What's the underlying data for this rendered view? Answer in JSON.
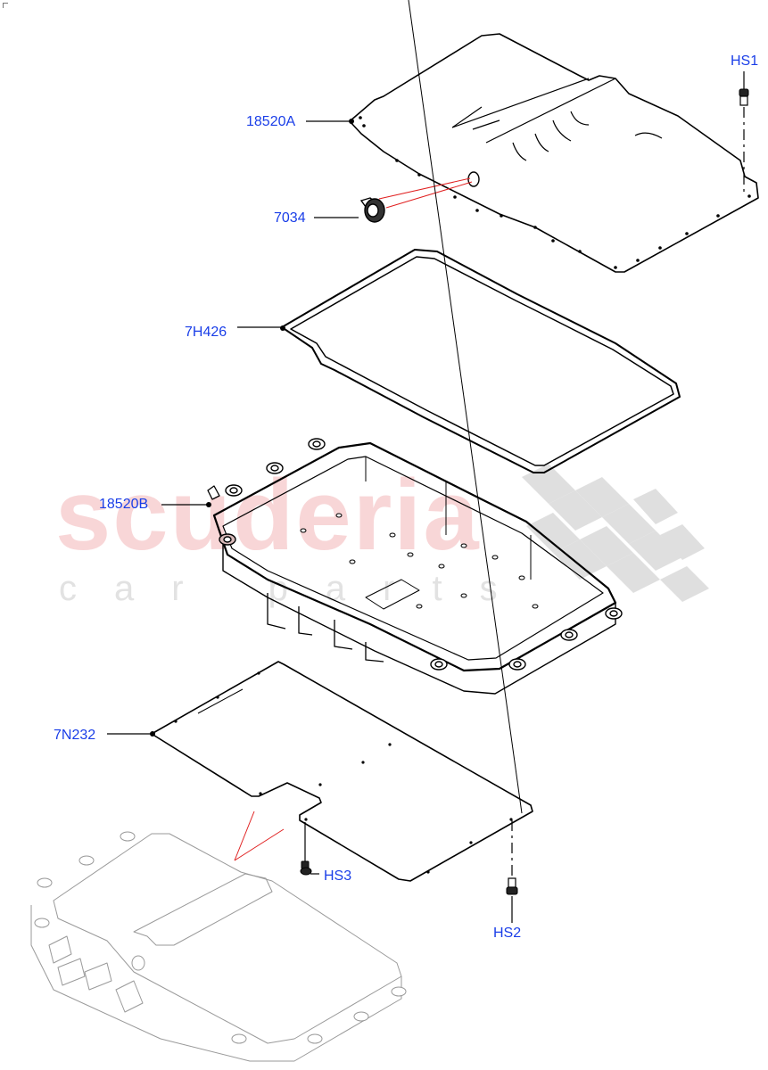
{
  "diagram": {
    "type": "exploded-parts-diagram",
    "subject": "battery pack tray, covers and seals",
    "watermark": {
      "main": "scuderia",
      "sub": "car parts",
      "main_color": "#f7cfd1",
      "sub_color": "#e2e2e2",
      "checker_color": "#dcdcdc"
    },
    "label_color": "#1a3ee8",
    "leader_line_color": "#000000",
    "reference_line_color": "#e02020",
    "callouts": [
      {
        "id": "18520A",
        "label": "18520A",
        "part": "upper cover"
      },
      {
        "id": "7034",
        "label": "7034",
        "part": "connector / grommet"
      },
      {
        "id": "HS1",
        "label": "HS1",
        "part": "fastener"
      },
      {
        "id": "7H426",
        "label": "7H426",
        "part": "gasket seal"
      },
      {
        "id": "18520B",
        "label": "18520B",
        "part": "lower tray"
      },
      {
        "id": "7N232",
        "label": "7N232",
        "part": "underbody shield plate"
      },
      {
        "id": "HS3",
        "label": "HS3",
        "part": "fastener"
      },
      {
        "id": "HS2",
        "label": "HS2",
        "part": "fastener"
      }
    ]
  }
}
